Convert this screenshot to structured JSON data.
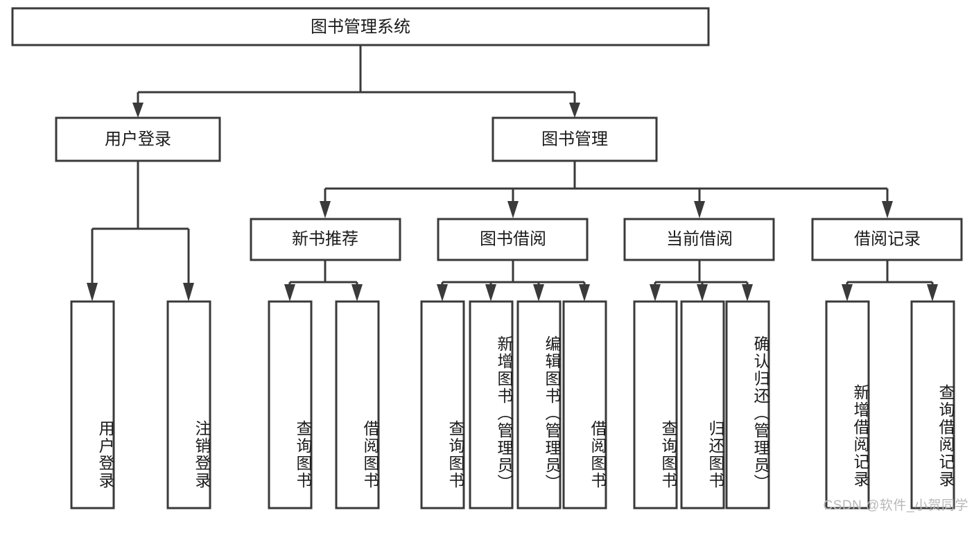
{
  "diagram": {
    "title": "图书管理系统",
    "type": "hierarchy-tree",
    "orientation": "top-down",
    "colors": {
      "box_stroke": "#3a3a3a",
      "box_fill": "#ffffff",
      "text": "#1a1a1a",
      "connector": "#3a3a3a",
      "watermark": "#b8b8b8",
      "background": "#ffffff"
    },
    "levels": 4,
    "nodes": {
      "root": {
        "label": "图书管理系统",
        "level": 0,
        "orientation": "horizontal"
      },
      "l1": [
        {
          "id": "user-login",
          "label": "用户登录",
          "level": 1,
          "orientation": "horizontal"
        },
        {
          "id": "book-manage",
          "label": "图书管理",
          "level": 1,
          "orientation": "horizontal"
        }
      ],
      "l2": [
        {
          "id": "new-book-recommend",
          "label": "新书推荐",
          "level": 2,
          "orientation": "horizontal",
          "parent": "book-manage"
        },
        {
          "id": "book-borrow",
          "label": "图书借阅",
          "level": 2,
          "orientation": "horizontal",
          "parent": "book-manage"
        },
        {
          "id": "current-borrow",
          "label": "当前借阅",
          "level": 2,
          "orientation": "horizontal",
          "parent": "book-manage"
        },
        {
          "id": "borrow-record",
          "label": "借阅记录",
          "level": 2,
          "orientation": "horizontal",
          "parent": "book-manage"
        }
      ],
      "leaves": [
        {
          "id": "leaf-user-login",
          "label": "用户登录",
          "parent": "user-login",
          "orientation": "vertical"
        },
        {
          "id": "leaf-logout",
          "label": "注销登录",
          "parent": "user-login",
          "orientation": "vertical"
        },
        {
          "id": "leaf-query-book-1",
          "label": "查询图书",
          "parent": "new-book-recommend",
          "orientation": "vertical"
        },
        {
          "id": "leaf-borrow-book-1",
          "label": "借阅图书",
          "parent": "new-book-recommend",
          "orientation": "vertical"
        },
        {
          "id": "leaf-query-book-2",
          "label": "查询图书",
          "parent": "book-borrow",
          "orientation": "vertical"
        },
        {
          "id": "leaf-add-book",
          "label": "新增图书（管理员）",
          "parent": "book-borrow",
          "orientation": "vertical"
        },
        {
          "id": "leaf-edit-book",
          "label": "编辑图书（管理员）",
          "parent": "book-borrow",
          "orientation": "vertical"
        },
        {
          "id": "leaf-borrow-book-2",
          "label": "借阅图书",
          "parent": "book-borrow",
          "orientation": "vertical"
        },
        {
          "id": "leaf-query-book-3",
          "label": "查询图书",
          "parent": "current-borrow",
          "orientation": "vertical"
        },
        {
          "id": "leaf-return-book",
          "label": "归还图书",
          "parent": "current-borrow",
          "orientation": "vertical"
        },
        {
          "id": "leaf-confirm-return",
          "label": "确认归还（管理员）",
          "parent": "current-borrow",
          "orientation": "vertical"
        },
        {
          "id": "leaf-add-record",
          "label": "新增借阅记录",
          "parent": "borrow-record",
          "orientation": "vertical"
        },
        {
          "id": "leaf-query-record",
          "label": "查询借阅记录",
          "parent": "borrow-record",
          "orientation": "vertical"
        }
      ]
    },
    "watermark": "CSDN @软件_小贺同学"
  }
}
